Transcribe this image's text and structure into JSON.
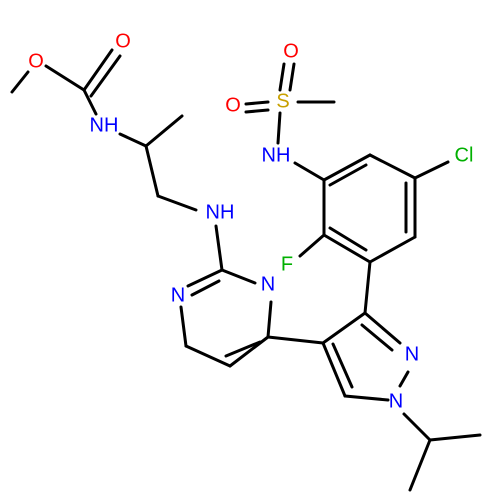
{
  "colors": {
    "carbon_bond": "#000000",
    "oxygen": "#ff0000",
    "nitrogen": "#0000ff",
    "sulfur": "#c8a000",
    "halogen": "#00b000"
  },
  "atoms": {
    "o_ether": "O",
    "o_carbonyl": "O",
    "nh_carbamate": "NH",
    "s_sulfonyl": "S",
    "o_s_top": "O",
    "o_s_left": "O",
    "nh_sulfonamide": "NH",
    "cl": "Cl",
    "nh_amine": "NH",
    "f": "F",
    "n_pyrimidine_right": "N",
    "n_pyrimidine_left": "N",
    "n_pyrazole_top": "N",
    "n_pyrazole_bottom": "N"
  }
}
